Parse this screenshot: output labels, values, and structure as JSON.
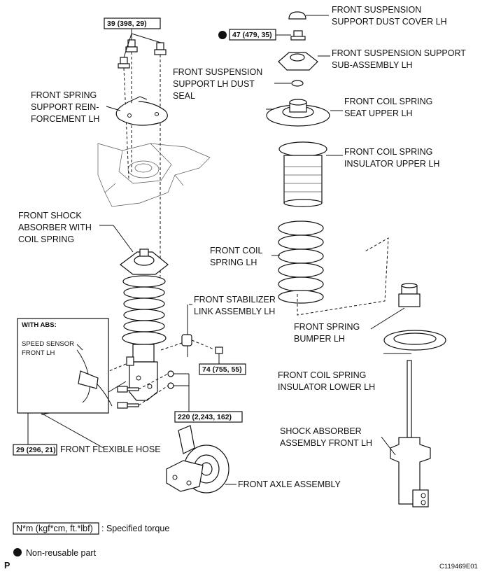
{
  "labels": {
    "dust_cover": [
      "FRONT SUSPENSION",
      "SUPPORT DUST COVER LH"
    ],
    "support_sub": [
      "FRONT SUSPENSION SUPPORT",
      "SUB-ASSEMBLY LH"
    ],
    "dust_seal": [
      "FRONT SUSPENSION",
      "SUPPORT LH DUST",
      "SEAL"
    ],
    "reinforcement": [
      "FRONT SPRING",
      "SUPPORT REIN-",
      "FORCEMENT LH"
    ],
    "seat_upper": [
      "FRONT COIL SPRING",
      "SEAT UPPER LH"
    ],
    "insulator_upper": [
      "FRONT COIL SPRING",
      "INSULATOR UPPER LH"
    ],
    "shock_with_spring": [
      "FRONT SHOCK",
      "ABSORBER WITH",
      "COIL SPRING"
    ],
    "coil_spring": [
      "FRONT COIL",
      "SPRING LH"
    ],
    "stabilizer_link": [
      "FRONT STABILIZER",
      "LINK ASSEMBLY LH"
    ],
    "spring_bumper": [
      "FRONT SPRING",
      "BUMPER LH"
    ],
    "insulator_lower": [
      "FRONT COIL SPRING",
      "INSULATOR LOWER LH"
    ],
    "shock_assembly": [
      "SHOCK ABSORBER",
      "ASSEMBLY FRONT LH"
    ],
    "flexible_hose": "FRONT FLEXIBLE HOSE",
    "axle_assembly": "FRONT AXLE ASSEMBLY",
    "with_abs": "WITH ABS:",
    "speed_sensor": [
      "SPEED SENSOR",
      "FRONT LH"
    ]
  },
  "torques": {
    "t39": "39 (398, 29)",
    "t47": "47 (479, 35)",
    "t74": "74 (755, 55)",
    "t220": "220 (2,243, 162)",
    "t29": "29 (296, 21)"
  },
  "legend": {
    "torque_box": "N*m (kgf*cm, ft.*lbf)",
    "torque_text": ": Specified torque",
    "nonreusable": "Non-reusable part"
  },
  "corner_letter": "P",
  "figure_code": "C119469E01"
}
